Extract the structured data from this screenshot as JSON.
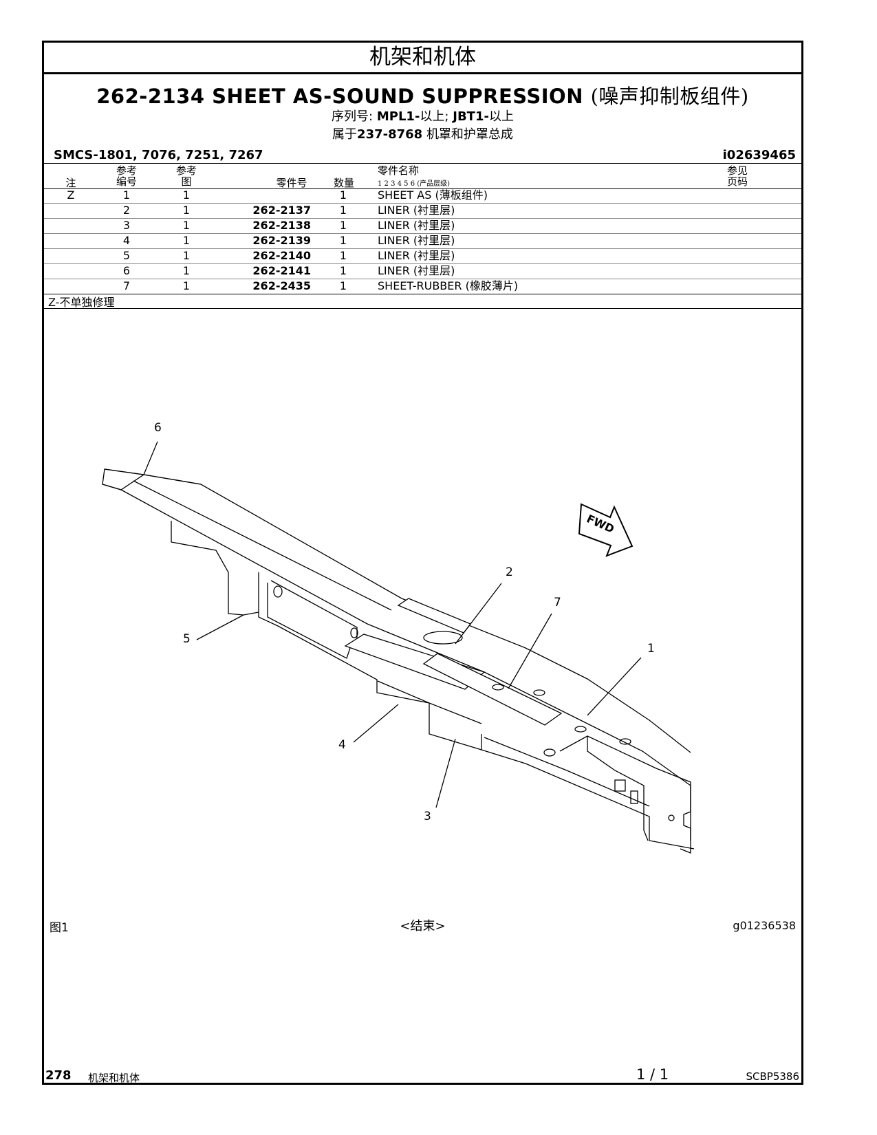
{
  "header": {
    "section_title": "机架和机体",
    "part_number": "262-2134",
    "part_name": "SHEET AS-SOUND SUPPRESSION",
    "part_name_cn": "(噪声抑制板组件)",
    "serial_label": "序列号:",
    "serial_prefix_1": "MPL1-",
    "serial_suffix_1": "以上;",
    "serial_prefix_2": "JBT1-",
    "serial_suffix_2": "以上",
    "belongs_prefix": "属于",
    "belongs_part": "237-8768",
    "belongs_name": "机罩和护罩总成",
    "smcs": "SMCS-1801, 7076, 7251, 7267",
    "ident": "i02639465"
  },
  "table": {
    "headers": {
      "note": "注",
      "ref_no_1": "参考",
      "ref_no_2": "编号",
      "ref_fig_1": "参考",
      "ref_fig_2": "图",
      "part_no": "零件号",
      "qty": "数量",
      "part_name": "零件名称",
      "levels": "1 2 3 4 5 6 (产品层级)",
      "see_page_1": "参见",
      "see_page_2": "页码"
    },
    "rows": [
      {
        "note": "Z",
        "ref": "1",
        "fig": "1",
        "part": "",
        "qty": "1",
        "name": "SHEET AS (薄板组件)"
      },
      {
        "note": "",
        "ref": "2",
        "fig": "1",
        "part": "262-2137",
        "qty": "1",
        "name": "LINER (衬里层)"
      },
      {
        "note": "",
        "ref": "3",
        "fig": "1",
        "part": "262-2138",
        "qty": "1",
        "name": "LINER (衬里层)"
      },
      {
        "note": "",
        "ref": "4",
        "fig": "1",
        "part": "262-2139",
        "qty": "1",
        "name": "LINER (衬里层)"
      },
      {
        "note": "",
        "ref": "5",
        "fig": "1",
        "part": "262-2140",
        "qty": "1",
        "name": "LINER (衬里层)"
      },
      {
        "note": "",
        "ref": "6",
        "fig": "1",
        "part": "262-2141",
        "qty": "1",
        "name": "LINER (衬里层)"
      },
      {
        "note": "",
        "ref": "7",
        "fig": "1",
        "part": "262-2435",
        "qty": "1",
        "name": "SHEET-RUBBER (橡胶薄片)"
      }
    ],
    "footnote": "Z-不单独修理"
  },
  "illustration": {
    "callouts": [
      "1",
      "2",
      "3",
      "4",
      "5",
      "6",
      "7"
    ],
    "fwd_label": "FWD",
    "figure_label": "图1",
    "end_label": "<结束>",
    "graphic_id": "g01236538"
  },
  "footer": {
    "page_number": "278",
    "section": "机架和机体",
    "pages": "1 / 1",
    "doc_id": "SCBP5386"
  }
}
